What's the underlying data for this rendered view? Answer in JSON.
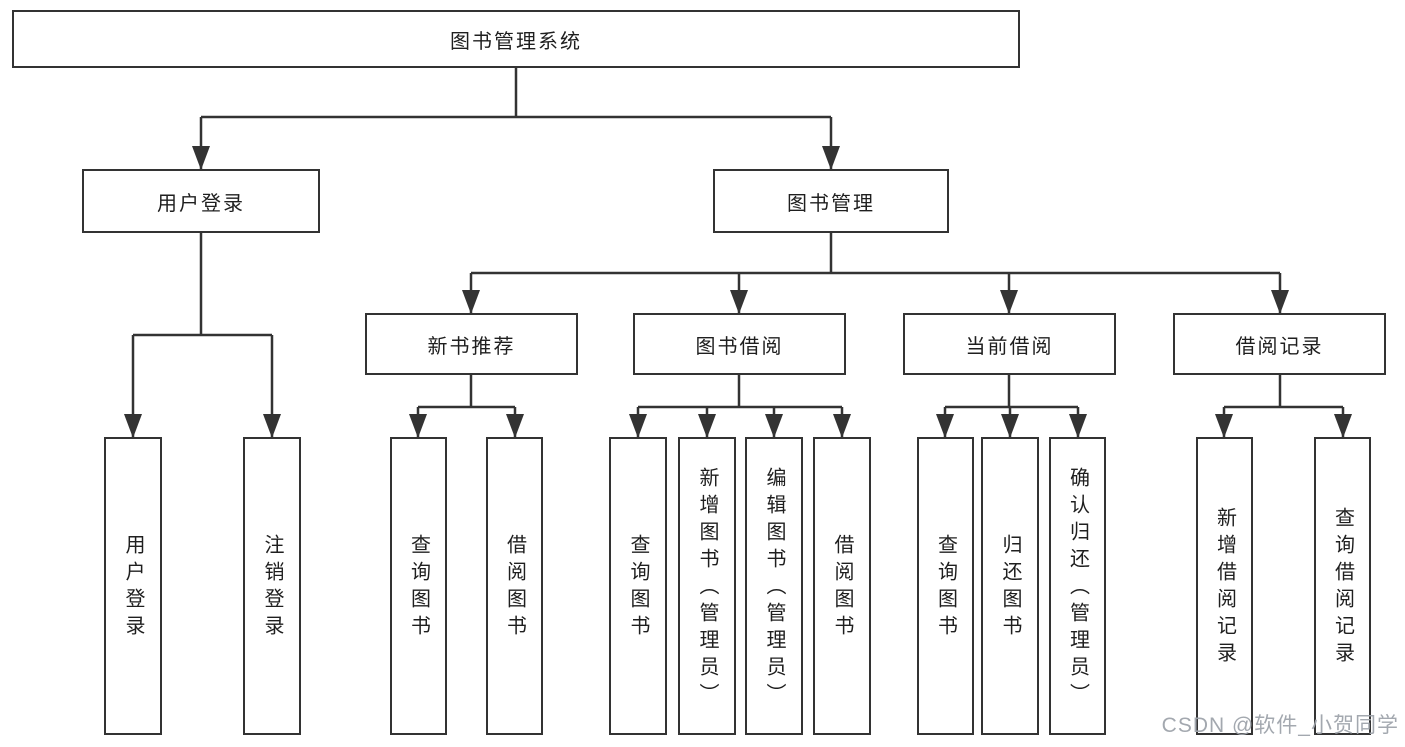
{
  "diagram": {
    "root": {
      "label": "图书管理系统",
      "children": [
        {
          "label": "用户登录",
          "children": [
            {
              "label": "用户登录"
            },
            {
              "label": "注销登录"
            }
          ]
        },
        {
          "label": "图书管理",
          "children": [
            {
              "label": "新书推荐",
              "children": [
                {
                  "label": "查询图书"
                },
                {
                  "label": "借阅图书"
                }
              ]
            },
            {
              "label": "图书借阅",
              "children": [
                {
                  "label": "查询图书"
                },
                {
                  "label": "新增图书（管理员）"
                },
                {
                  "label": "编辑图书（管理员）"
                },
                {
                  "label": "借阅图书"
                }
              ]
            },
            {
              "label": "当前借阅",
              "children": [
                {
                  "label": "查询图书"
                },
                {
                  "label": "归还图书"
                },
                {
                  "label": "确认归还（管理员）"
                }
              ]
            },
            {
              "label": "借阅记录",
              "children": [
                {
                  "label": "新增借阅记录"
                },
                {
                  "label": "查询借阅记录"
                }
              ]
            }
          ]
        }
      ]
    }
  },
  "watermark": {
    "text": "CSDN @软件_小贺同学"
  },
  "colors": {
    "line": "#333333",
    "node_border": "#333333",
    "text": "#1f1f1f",
    "watermark": "#9ea3ab",
    "background": "#ffffff"
  }
}
